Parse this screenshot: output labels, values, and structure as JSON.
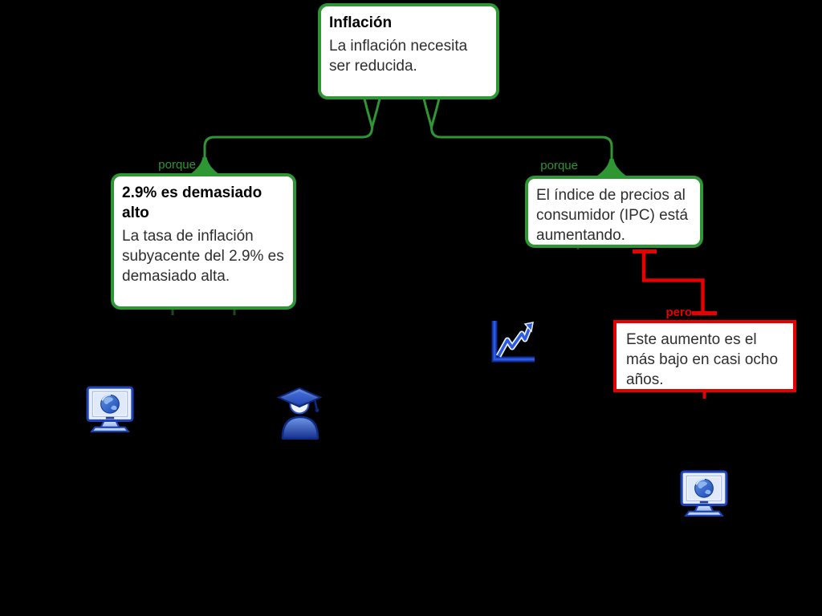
{
  "diagram": {
    "claim": {
      "title": "Inflación",
      "body": "La inflación necesita ser reducida."
    },
    "reason_left": {
      "label": "porque",
      "title": "2.9% es demasiado alto",
      "body": "La tasa de inflación subyacente del 2.9% es demasiado alta."
    },
    "reason_right": {
      "label": "porque",
      "body": "El índice de precios al consumidor (IPC) está aumentando."
    },
    "objection": {
      "label": "pero",
      "body": "Este aumento es el más bajo en casi ocho años."
    },
    "icons": {
      "trend_chart": "line-chart-icon",
      "web_source_left": "web-monitor-icon",
      "expert_source": "graduate-expert-icon",
      "web_source_right": "web-monitor-icon"
    },
    "colors": {
      "support": "#2e9632",
      "oppose": "#e60000",
      "icon_blue": "#2b50c8",
      "node_background": "#ffffff",
      "canvas_background": "#000000"
    }
  }
}
